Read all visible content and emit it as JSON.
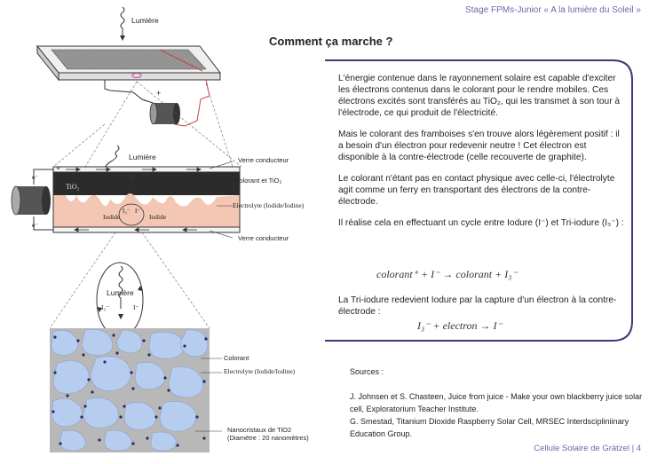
{
  "header": {
    "stage": "Stage FPMs-Junior « A la lumière du Soleil »"
  },
  "title": "Comment ça marche ?",
  "explanation": {
    "p1": "L'énergie contenue dans le rayonnement solaire est capable d'exciter les électrons contenus dans le colorant pour le rendre mobiles. Ces électrons excités sont transférés au TiO₂, qui les transmet à son tour à l'électrode, ce qui produit de l'électricité.",
    "p2": "Mais le colorant des framboises s'en trouve alors légèrement positif : il a besoin d'un électron pour redevenir neutre ! Cet électron est disponible à la contre-électrode (celle recouverte de graphite).",
    "p3": "Le colorant n'étant pas en contact physique avec celle-ci, l'électrolyte agit comme un ferry en transportant des électrons de la contre-électrode.",
    "p4": "Il réalise cela en effectuant un cycle entre Iodure (I⁻) et Tri-iodure (I₃⁻) :",
    "eq1": "colorant⁺ + I⁻ → colorant + I₃⁻",
    "p5": "La Tri-iodure redevient Iodure par la capture d'un électron à la contre-électrode :",
    "eq2": "I₃⁻ + electron → I⁻"
  },
  "sources": {
    "heading": "Sources :",
    "s1": "J. Johnsen et S. Chasteen, Juice from juice - Make your own blackberry juice solar cell, Exploratorium Teacher Institute.",
    "s2": "G. Smestad, Titanium Dioxide Raspberry Solar Cell, MRSEC Interdscipliniinary Education Group."
  },
  "footer": {
    "page": "Cellule Solaire de Grätzel | 4"
  },
  "diagram": {
    "lumiere_top": "Lumière",
    "lumiere_mid": "Lumière",
    "lumiere_circle": "Lumière",
    "verre_top": "Verre conducteur",
    "verre_bottom": "Verre conducteur",
    "colorant_tio2": "Colorant et TiO₂",
    "electrolyte_mid": "Electrolyte   (Iodide/Iodine)",
    "tio2": "TiO₂",
    "iodide_left": "Iodide",
    "iodide_right": "Iodide",
    "i3_mid": "I₃⁻",
    "i_mid": "I⁻",
    "i3_circle": "I₃⁻",
    "i_circle": "I⁻",
    "electron": "e⁻",
    "colorant_bottom": "Colorant",
    "electrolyte_bottom": "Electrolyte   (Iodide/Iodine)",
    "nano1": "Nanocristaux de TiO2",
    "nano2": "(Diamètre : 20 nanomètres)",
    "plus": "+",
    "minus": "-"
  }
}
